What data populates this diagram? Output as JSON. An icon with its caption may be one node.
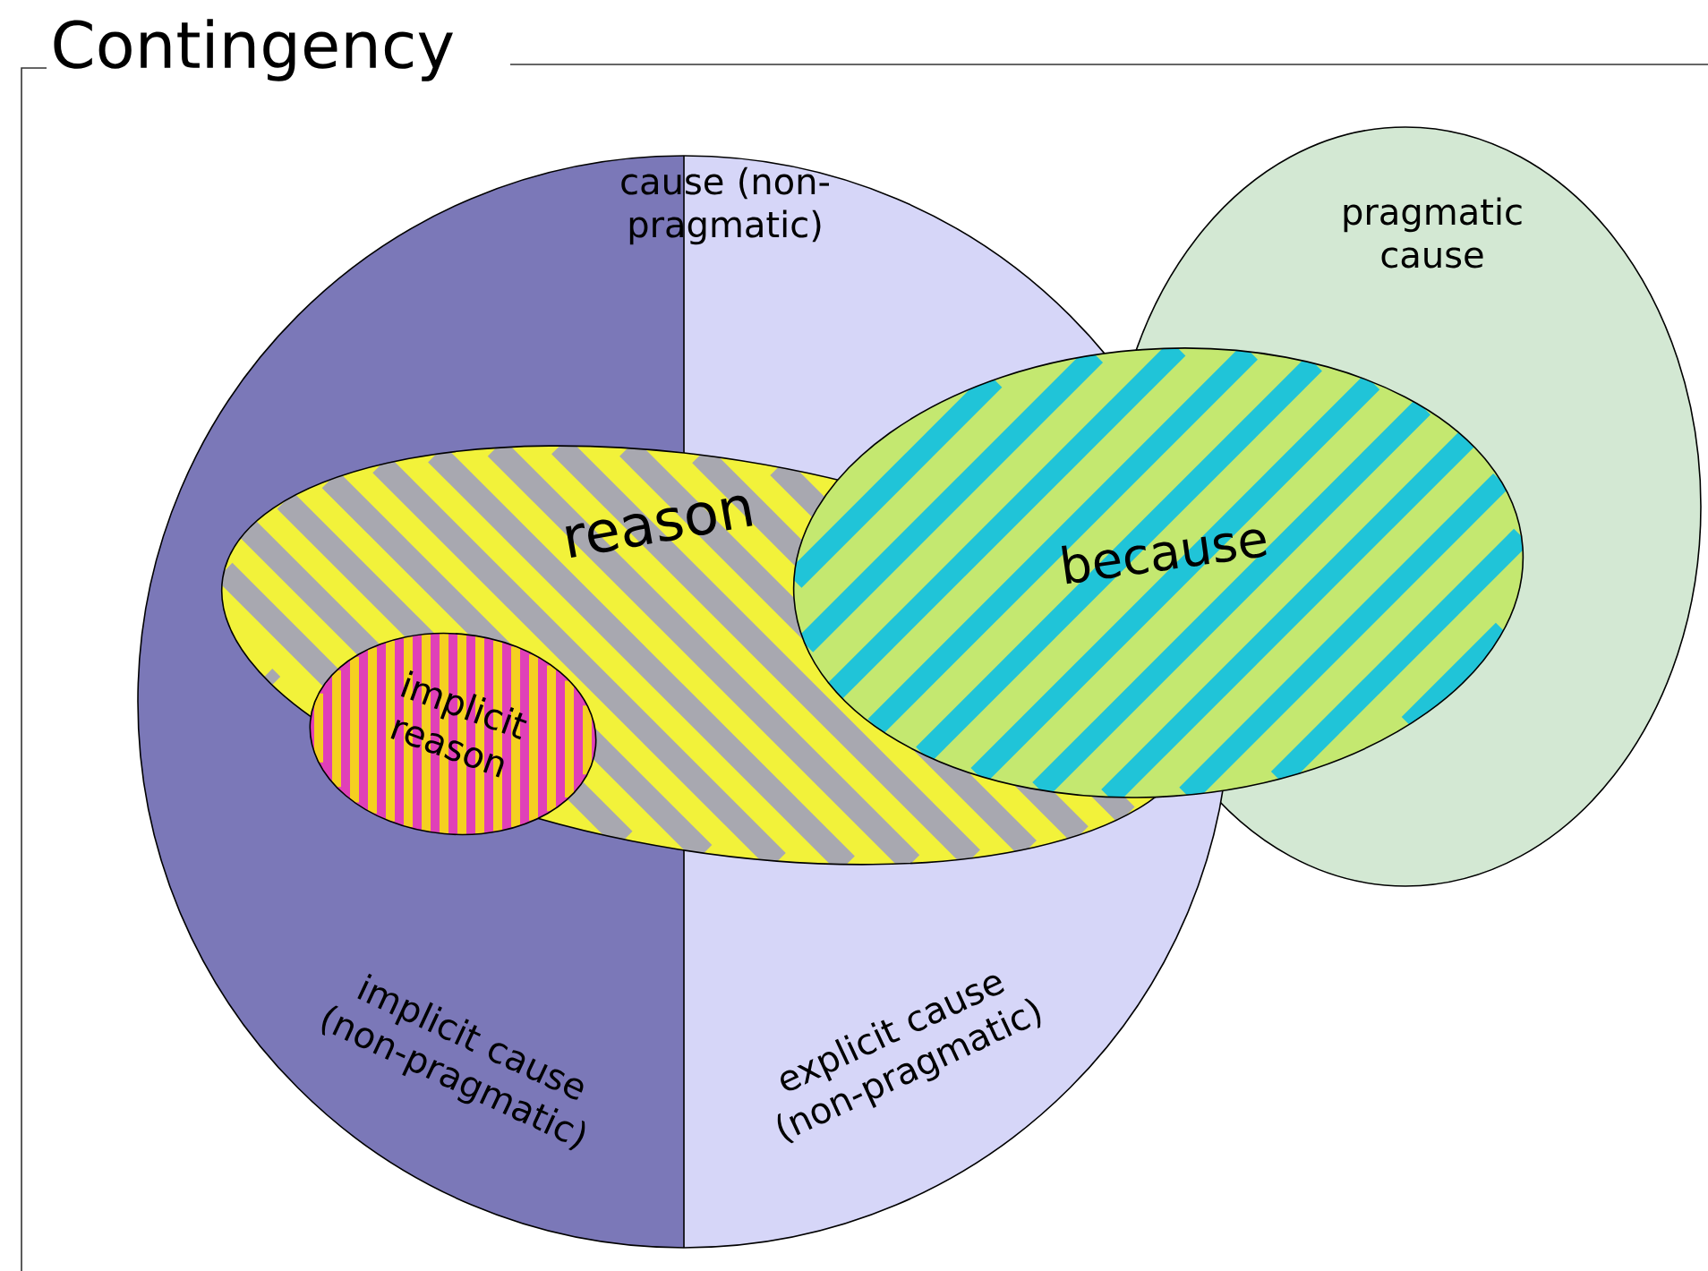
{
  "diagram": {
    "title": "Contingency",
    "nodes": [
      {
        "text": [
          "cause (non-pragmatic)"
        ]
      },
      {
        "text": [
          "implicit cause (non-pragmatic)"
        ],
        "in": 0
      },
      {
        "text": [
          "explicit cause (non-pragmatic)"
        ],
        "in": 0
      },
      {
        "text": [
          "pragmatic cause"
        ]
      },
      {
        "text": [
          "reason"
        ],
        "in": 0
      },
      {
        "text": [
          "implicit reason"
        ],
        "in": 4
      },
      {
        "text": [
          "because"
        ]
      }
    ],
    "edges": []
  }
}
